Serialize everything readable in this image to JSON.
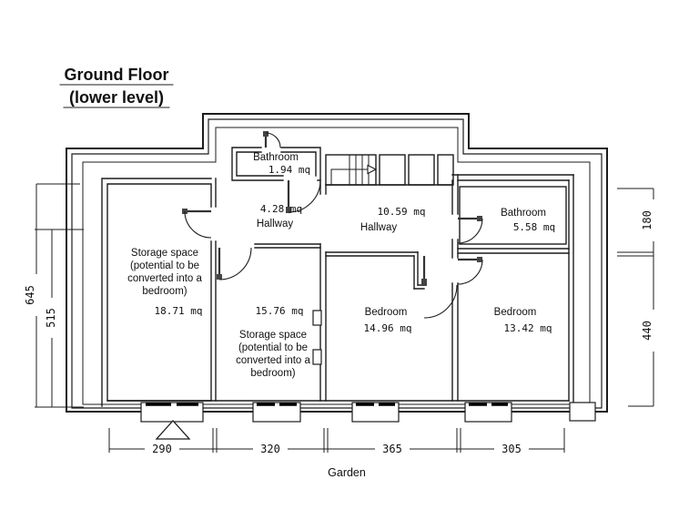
{
  "title": {
    "line1": "Ground Floor",
    "line2": "(lower level)"
  },
  "unit": "mq",
  "rooms": [
    {
      "name": "Bathroom",
      "area": "1.94 mq"
    },
    {
      "name": "Hallway",
      "area": "4.28 mq"
    },
    {
      "name": "Hallway",
      "area": "10.59 mq"
    },
    {
      "name": "Bathroom",
      "area": "5.58 mq"
    },
    {
      "name_lines": [
        "Storage space",
        "(potential to be",
        "converted into a",
        "bedroom)"
      ],
      "area": "18.71 mq"
    },
    {
      "name_lines": [
        "Storage space",
        "(potential to be",
        "converted into a",
        "bedroom)"
      ],
      "area": "15.76 mq"
    },
    {
      "name": "Bedroom",
      "area": "14.96 mq"
    },
    {
      "name": "Bedroom",
      "area": "13.42 mq"
    }
  ],
  "dimensions": {
    "left": [
      "645",
      "515"
    ],
    "right": [
      "180",
      "440"
    ],
    "bottom": [
      "290",
      "320",
      "365",
      "305"
    ]
  },
  "garden_label": "Garden"
}
